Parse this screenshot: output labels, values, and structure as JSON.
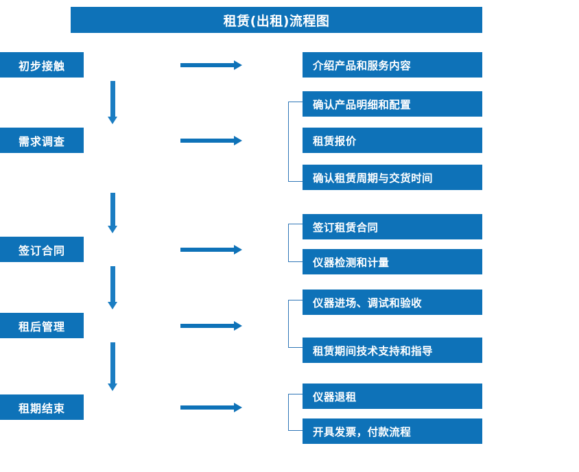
{
  "diagram": {
    "title": "租赁(出租)流程图",
    "colors": {
      "box_blue": "#0e72b8",
      "arrow_blue": "#1b7dc2",
      "bracket_blue": "#2e75b6",
      "text_white": "#ffffff",
      "background": "#ffffff"
    },
    "stages": [
      {
        "label": "初步接触"
      },
      {
        "label": "需求调查"
      },
      {
        "label": "签订合同"
      },
      {
        "label": "租后管理"
      },
      {
        "label": "租期结束"
      }
    ],
    "details": [
      {
        "label": "介绍产品和服务内容"
      },
      {
        "label": "确认产品明细和配置"
      },
      {
        "label": "租赁报价"
      },
      {
        "label": "确认租赁周期与交货时间"
      },
      {
        "label": "签订租赁合同"
      },
      {
        "label": "仪器检测和计量"
      },
      {
        "label": "仪器进场、调试和验收"
      },
      {
        "label": "租赁期间技术支持和指导"
      },
      {
        "label": "仪器退租"
      },
      {
        "label": "开具发票，付款流程"
      }
    ],
    "groups": [
      {
        "stage": "初步接触",
        "items": [
          "介绍产品和服务内容"
        ]
      },
      {
        "stage": "需求调查",
        "items": [
          "确认产品明细和配置",
          "租赁报价",
          "确认租赁周期与交货时间"
        ]
      },
      {
        "stage": "签订合同",
        "items": [
          "签订租赁合同",
          "仪器检测和计量"
        ]
      },
      {
        "stage": "租后管理",
        "items": [
          "仪器进场、调试和验收",
          "租赁期间技术支持和指导"
        ]
      },
      {
        "stage": "租期结束",
        "items": [
          "仪器退租",
          "开具发票，付款流程"
        ]
      }
    ]
  }
}
